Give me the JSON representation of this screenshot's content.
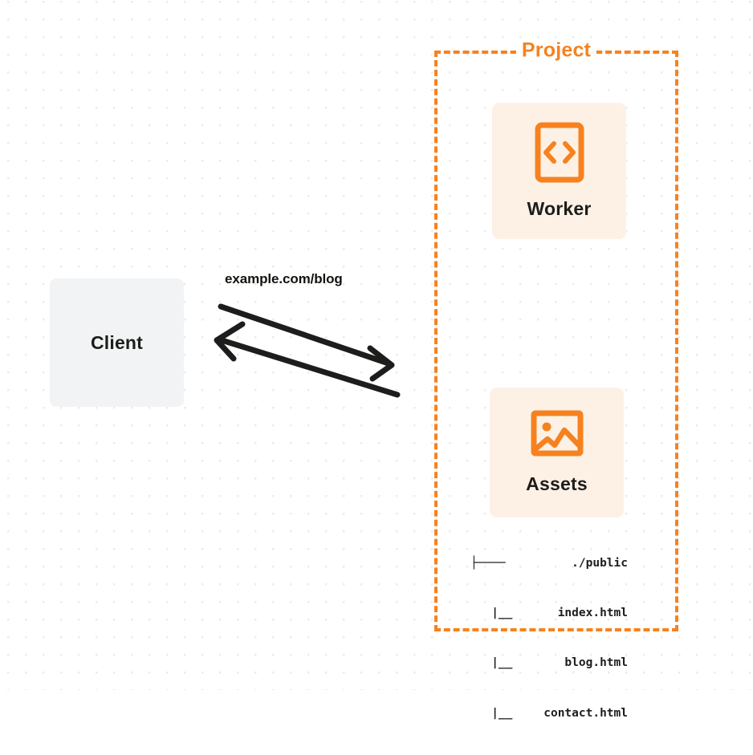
{
  "diagram": {
    "title": "Project request flow diagram",
    "background": {
      "color": "#ffffff",
      "dot_color": "#ebebeb",
      "dot_spacing": 22
    },
    "colors": {
      "accent": "#f6821f",
      "card_fill": "#fdf1e6",
      "client_fill": "#f2f3f5",
      "text": "#1d1d1b"
    }
  },
  "client": {
    "label": "Client"
  },
  "connection": {
    "url_label": "example.com/blog",
    "request_direction": "client-to-project",
    "response_direction": "project-to-client"
  },
  "project": {
    "title": "Project",
    "services": [
      {
        "label": "Worker",
        "icon": "code-brackets-icon"
      },
      {
        "label": "Assets",
        "icon": "image-icon"
      }
    ],
    "file_tree": {
      "rows": [
        {
          "branch": "├────",
          "name": "./public"
        },
        {
          "branch": "   |__",
          "name": "index.html"
        },
        {
          "branch": "   |__",
          "name": "blog.html"
        },
        {
          "branch": "   |__",
          "name": "contact.html"
        }
      ]
    }
  }
}
